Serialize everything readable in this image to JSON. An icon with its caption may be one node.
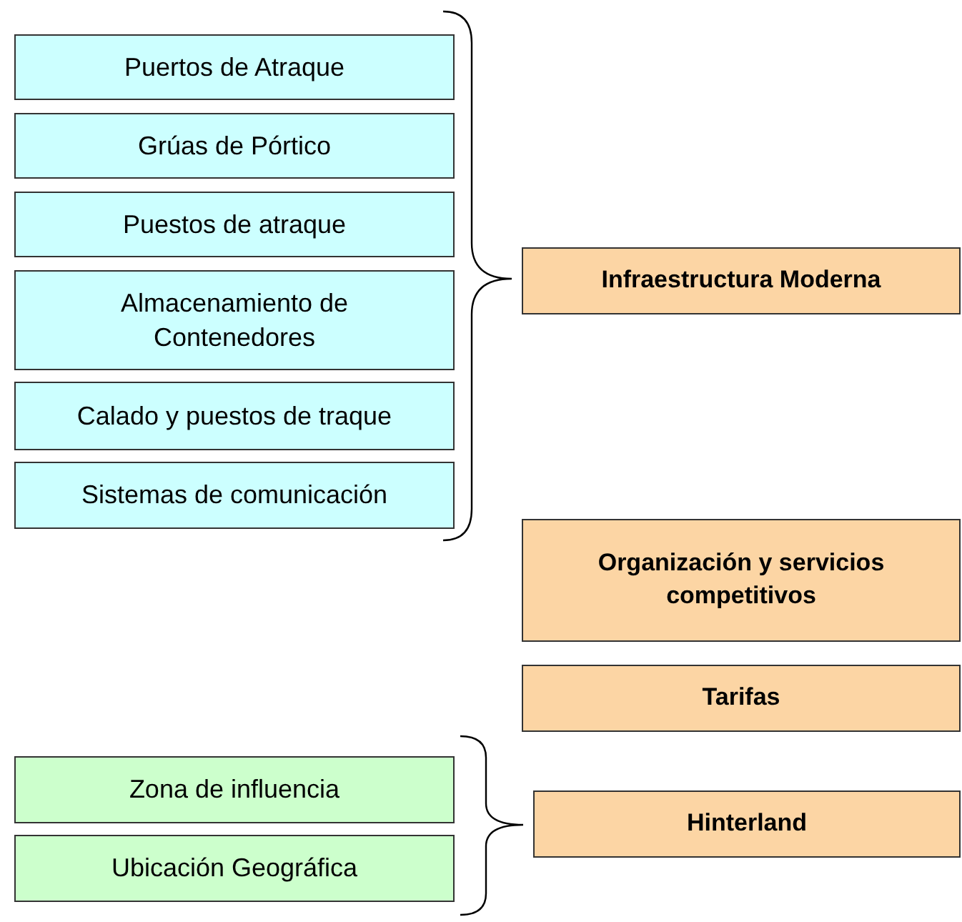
{
  "diagram": {
    "nodes": [
      {
        "text": [
          "Puertos de Atraque"
        ]
      },
      {
        "text": [
          "Grúas de Pórtico"
        ]
      },
      {
        "text": [
          "Puestos de atraque"
        ]
      },
      {
        "text": [
          "Almacenamiento de Contenedores"
        ]
      },
      {
        "text": [
          "Calado y puestos de traque"
        ]
      },
      {
        "text": [
          "Sistemas de comunicación"
        ]
      },
      {
        "text": [
          "Infraestructura Moderna"
        ]
      },
      {
        "text": [
          "Organización y servicios competitivos"
        ]
      },
      {
        "text": [
          "Tarifas"
        ]
      },
      {
        "text": [
          "Zona de influencia"
        ]
      },
      {
        "text": [
          "Ubicación Geográfica"
        ]
      },
      {
        "text": [
          "Hinterland"
        ]
      }
    ]
  }
}
